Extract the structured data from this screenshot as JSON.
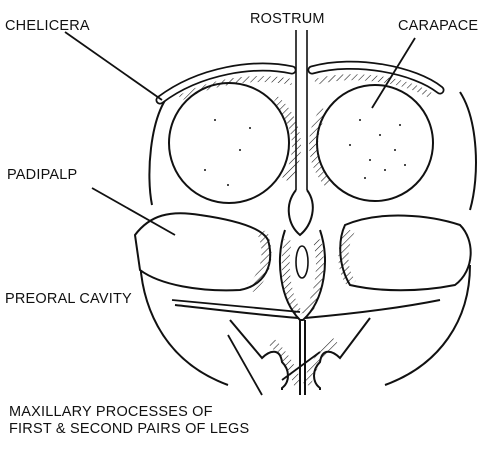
{
  "labels": {
    "chelicera": "CHELICERA",
    "rostrum": "ROSTRUM",
    "carapace": "CARAPACE",
    "padipalp": "PADIPALP",
    "preoral_cavity": "PREORAL CAVITY",
    "maxillary_line1": "MAXILLARY PROCESSES OF",
    "maxillary_line2": "FIRST & SECOND PAIRS OF LEGS"
  },
  "colors": {
    "ink": "#111111",
    "paper": "#ffffff"
  }
}
